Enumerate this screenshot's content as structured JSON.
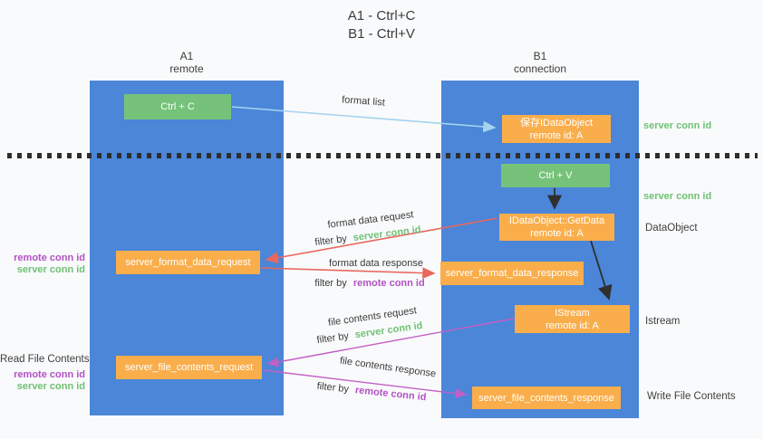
{
  "title": {
    "line1": "A1 - Ctrl+C",
    "line2": "B1 - Ctrl+V"
  },
  "lanes": {
    "a1": {
      "name": "A1",
      "subtitle": "remote"
    },
    "b1": {
      "name": "B1",
      "subtitle": "connection"
    }
  },
  "boxes": {
    "ctrl_c": {
      "label": "Ctrl + C"
    },
    "ctrl_v": {
      "label": "Ctrl + V"
    },
    "save_dataobject": {
      "line1": "保存IDataObject",
      "line2": "remote id: A"
    },
    "getdata": {
      "line1": "IDataObject::GetData",
      "line2": "remote id: A"
    },
    "istream": {
      "line1": "IStream",
      "line2": "remote id: A"
    },
    "format_request": {
      "label": "server_format_data_request"
    },
    "format_response": {
      "label": "server_format_data_response"
    },
    "file_request": {
      "label": "server_file_contents_request"
    },
    "file_response": {
      "label": "server_file_contents_response"
    }
  },
  "arrow_labels": {
    "format_list": "format list",
    "format_data_request": "format data request",
    "format_data_response": "format data response",
    "file_contents_request": "file contents request",
    "file_contents_response": "file contents response",
    "filter_by": "filter by",
    "server_conn_id": "server conn id",
    "remote_conn_id": "remote conn id"
  },
  "side_labels": {
    "server_conn_id": "server conn id",
    "remote_conn_id": "remote conn id",
    "data_object": "DataObject",
    "istream": "Istream",
    "read_file_contents": "Read File Contents",
    "write_file_contents": "Write File Contents"
  },
  "colors": {
    "lane_blue": "#4b86d8",
    "box_green": "#76c27a",
    "box_orange": "#f9ae4b",
    "arrow_light_blue": "#a5d3ef",
    "arrow_red": "#e8675e",
    "arrow_magenta": "#c25fc6",
    "arrow_black": "#2f2f2f",
    "text_green": "#6fc175",
    "text_purple": "#b251c4"
  }
}
